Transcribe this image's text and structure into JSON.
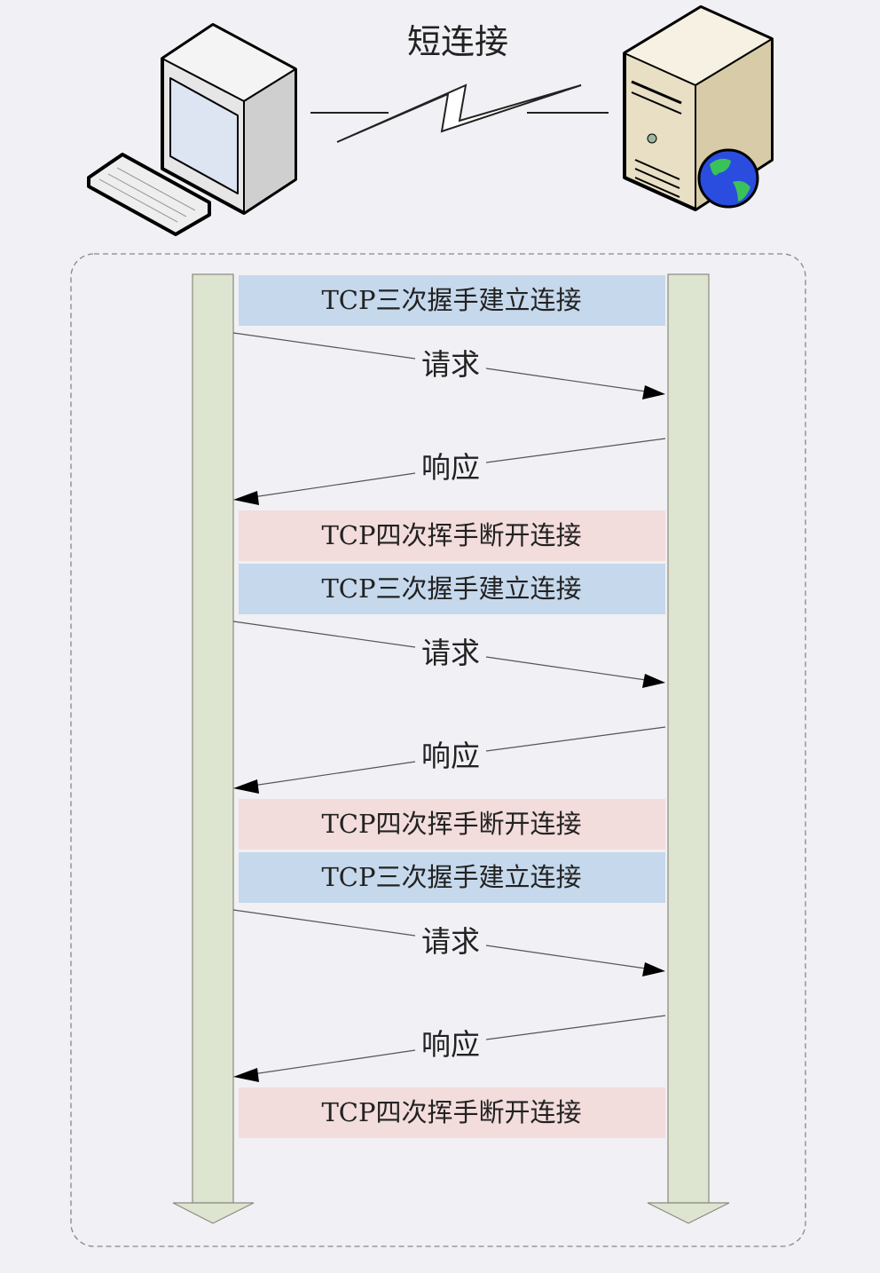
{
  "title": "短连接",
  "cycles": [
    {
      "connect": "TCP三次握手建立连接",
      "request": "请求",
      "response": "响应",
      "disconnect": "TCP四次挥手断开连接"
    },
    {
      "connect": "TCP三次握手建立连接",
      "request": "请求",
      "response": "响应",
      "disconnect": "TCP四次挥手断开连接"
    },
    {
      "connect": "TCP三次握手建立连接",
      "request": "请求",
      "response": "响应",
      "disconnect": "TCP四次挥手断开连接"
    }
  ],
  "colors": {
    "connect": "#c6d8ec",
    "disconnect": "#f2dcdc",
    "lifeline": "#dde4cf",
    "background": "#f1f0f4"
  },
  "icons": {
    "client": "desktop-computer-icon",
    "server": "web-server-icon",
    "link": "lightning-link-icon"
  }
}
